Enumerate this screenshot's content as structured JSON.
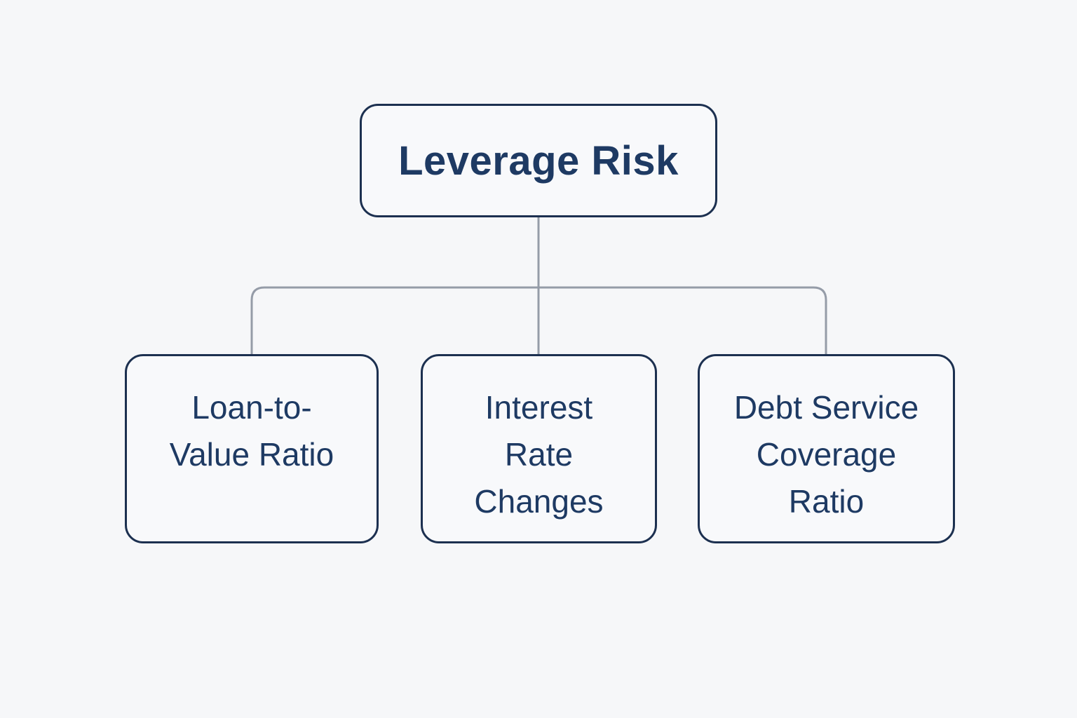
{
  "colors": {
    "background": "#f6f7f9",
    "node_fill": "#f8f9fb",
    "node_border": "#1c3050",
    "node_text": "#1e3a63",
    "connector": "#959ca8"
  },
  "diagram": {
    "root": {
      "label": "Leverage Risk"
    },
    "children": [
      {
        "label": "Loan-to-Value Ratio",
        "lines": [
          "Loan-to-",
          "Value Ratio"
        ]
      },
      {
        "label": "Interest Rate Changes",
        "lines": [
          "Interest",
          "Rate",
          "Changes"
        ]
      },
      {
        "label": "Debt Service Coverage Ratio",
        "lines": [
          "Debt Service",
          "Coverage",
          "Ratio"
        ]
      }
    ]
  }
}
